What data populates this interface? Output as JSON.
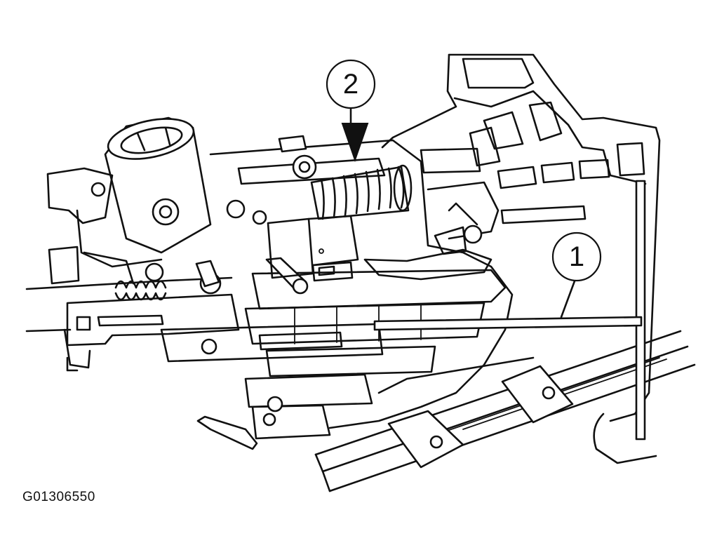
{
  "figure_id": "G01306550",
  "callouts": [
    {
      "number": "1"
    },
    {
      "number": "2"
    }
  ]
}
